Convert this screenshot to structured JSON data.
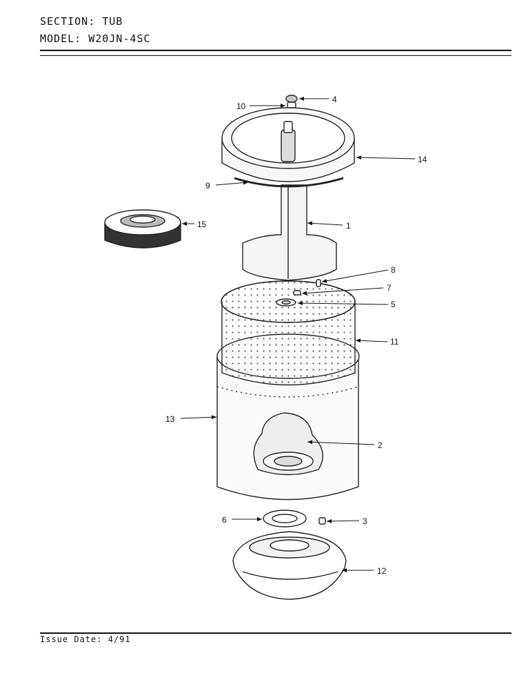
{
  "header": {
    "section_label": "SECTION:",
    "section_value": "TUB",
    "model_label": "MODEL:",
    "model_value": "W20JN-4SC"
  },
  "footer": {
    "issue_date": "Issue Date: 4/91"
  },
  "callouts": [
    "1",
    "2",
    "3",
    "4",
    "5",
    "6",
    "7",
    "8",
    "9",
    "10",
    "11",
    "12",
    "13",
    "14",
    "15"
  ]
}
